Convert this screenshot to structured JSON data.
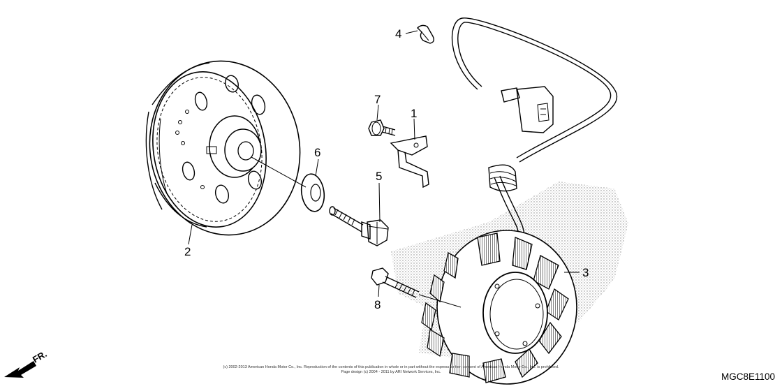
{
  "diagram": {
    "callouts": {
      "c1": "1",
      "c2": "2",
      "c3": "3",
      "c4": "4",
      "c5": "5",
      "c6": "6",
      "c7": "7",
      "c8": "8"
    },
    "front_marker": "FR.",
    "diagram_code": "MGC8E1100",
    "copyright_line1": "(c) 2002-2013 American Honda Motor Co., Inc. Reproduction of the contents of this publication in whole or in part without the express written consent of American Honda Motor Co., Inc. is prohibited.",
    "copyright_line2": "Page design (c) 2004 - 2011 by ARI Network Services, Inc."
  }
}
